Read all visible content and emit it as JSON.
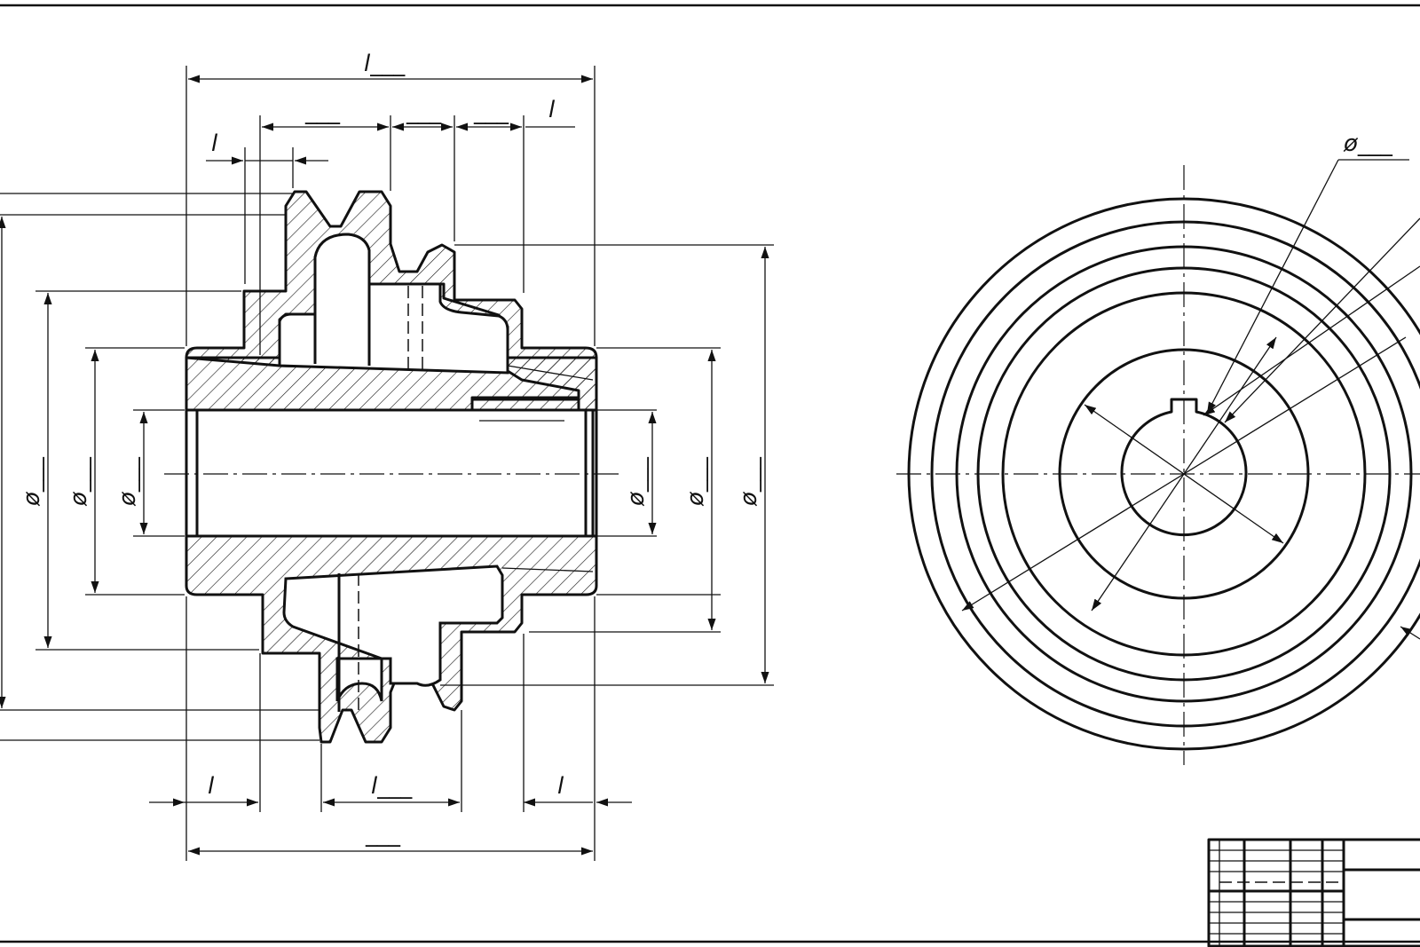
{
  "drawing": {
    "dimension_labels": {
      "overall_length_top": "l___",
      "rim_width_a": "___",
      "rim_width_b": "___",
      "rim_width_c": "___",
      "offset_top_right": "l",
      "groove_offset_left": "l",
      "dia_outer_left": "ø___",
      "dia_mid_left": "ø___",
      "dia_bore_left": "ø___",
      "dia_bore_right": "ø___",
      "dia_hub_right": "ø___",
      "dia_rim_right": "ø___",
      "bottom_left_l": "l",
      "bottom_center_l": "l___",
      "bottom_right_l": "l",
      "overall_length_bottom": "___",
      "end_view_dia": "ø___"
    }
  }
}
